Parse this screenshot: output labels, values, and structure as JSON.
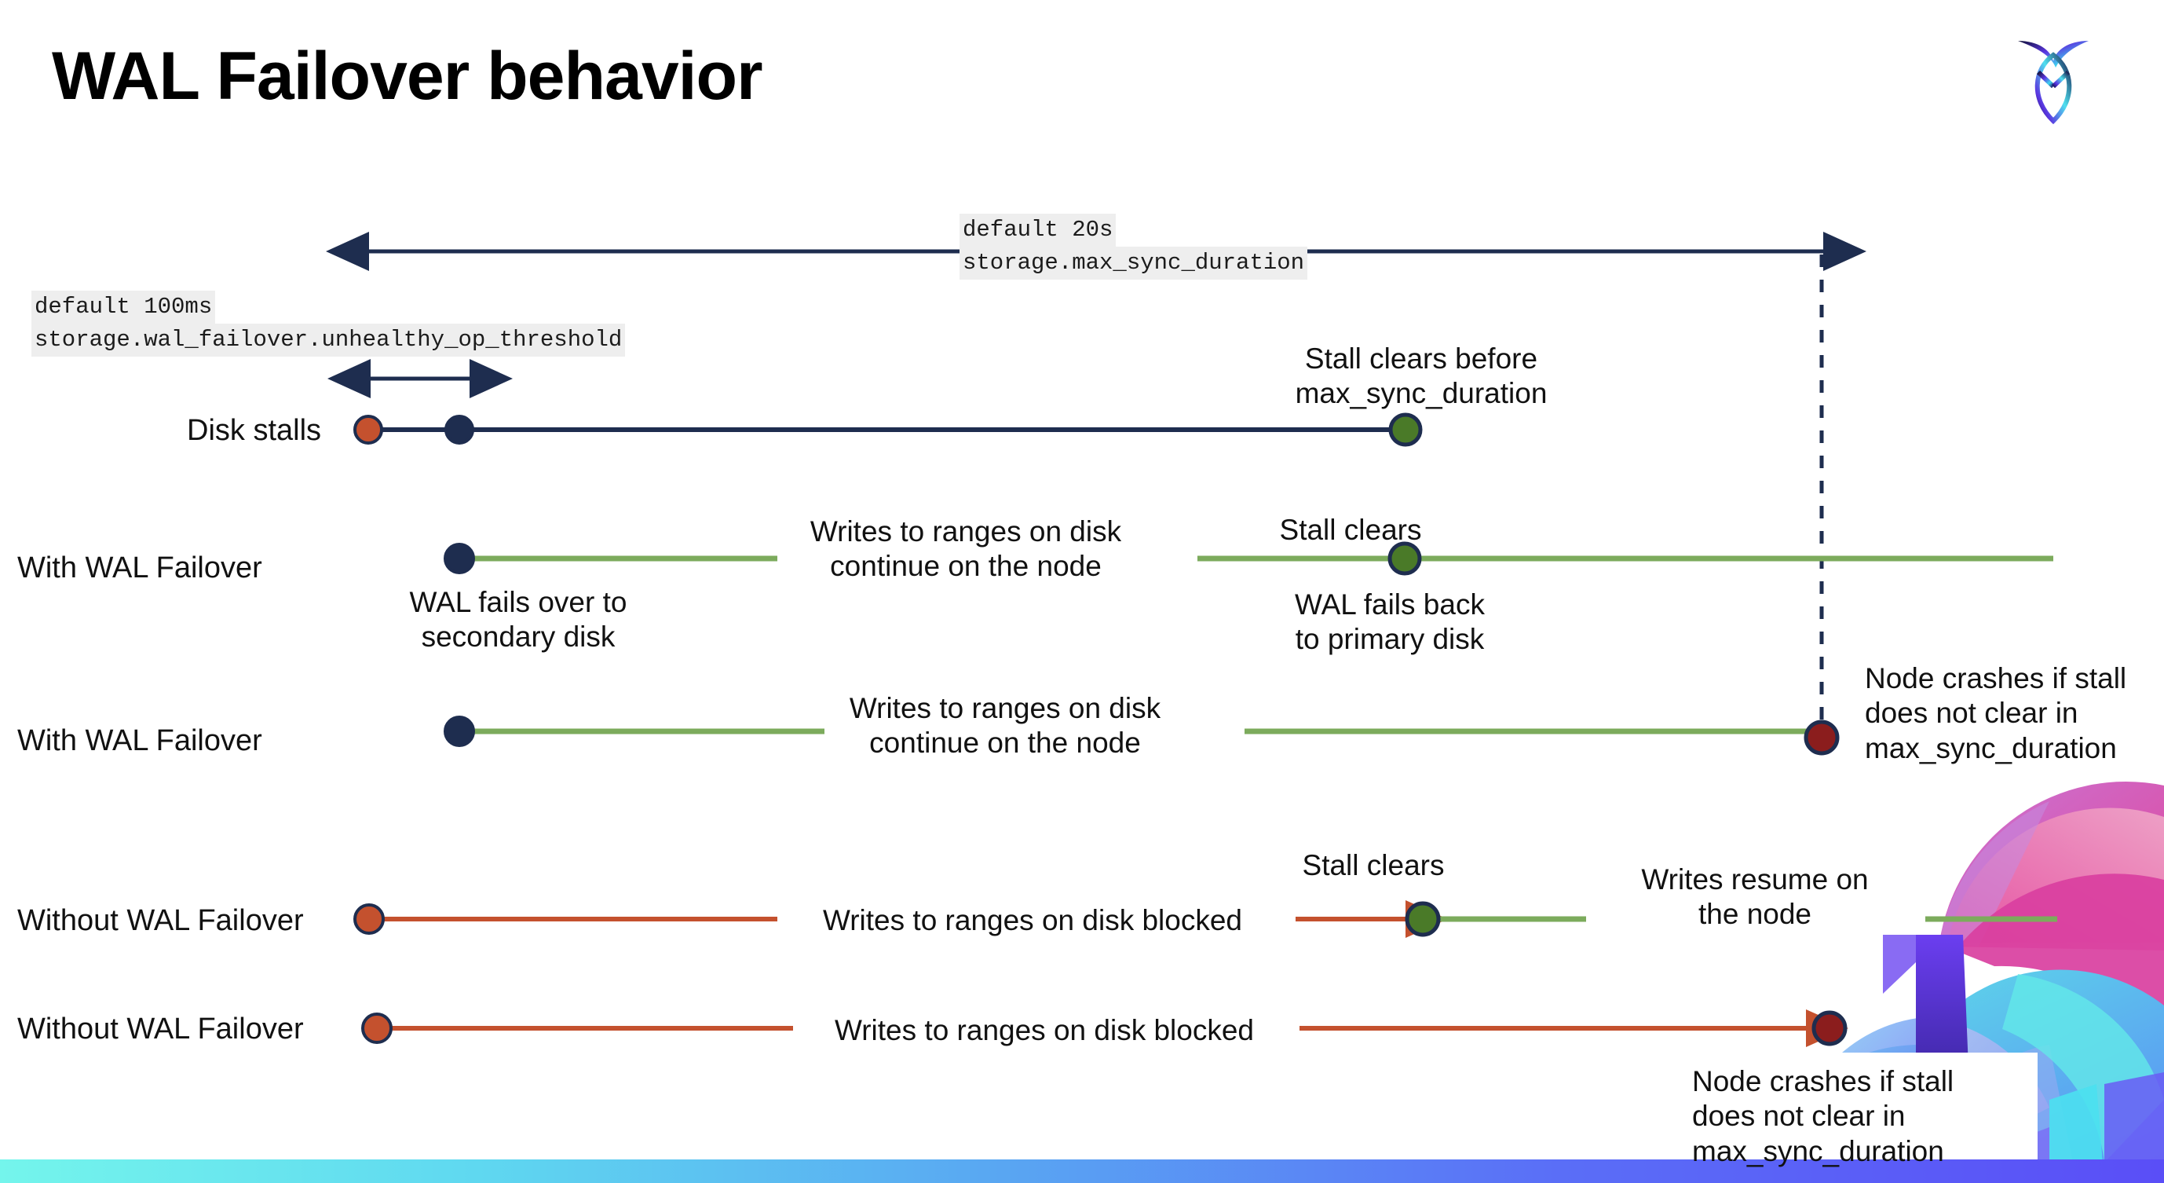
{
  "slide": {
    "title": "WAL Failover behavior",
    "logo_name": "cockroachdb-logo"
  },
  "colors": {
    "navy": "#1e2d4f",
    "green_line": "#7cab5c",
    "green_dot": "#4a7a28",
    "orange": "#c4512e",
    "dark_red": "#8b1d1d",
    "chip_bg": "#eeeeee",
    "bar_start": "#74f5ec",
    "bar_end": "#5a4ef7"
  },
  "settings": {
    "unhealthy_op_threshold": {
      "default_label": "default 100ms",
      "name": "storage.wal_failover.unhealthy_op_threshold"
    },
    "max_sync_duration": {
      "default_label": "default 20s",
      "name": "storage.max_sync_duration"
    }
  },
  "rows": [
    {
      "id": "disk-stalls",
      "label": "Disk stalls",
      "annotations": [
        "Stall clears before\nmax_sync_duration"
      ]
    },
    {
      "id": "with-wal-failover-1",
      "label": "With WAL Failover",
      "annotations": [
        "Writes to ranges on disk\ncontinue on the node",
        "Stall clears",
        "WAL fails over to\nsecondary disk",
        "WAL fails  back\nto primary disk"
      ]
    },
    {
      "id": "with-wal-failover-2",
      "label": "With WAL Failover",
      "annotations": [
        "Writes to ranges on disk\ncontinue on the node",
        "Node crashes if stall\ndoes not clear in\nmax_sync_duration"
      ]
    },
    {
      "id": "without-wal-failover-1",
      "label": "Without WAL Failover",
      "annotations": [
        "Stall clears",
        "Writes to ranges on disk  blocked",
        "Writes resume on\nthe node"
      ]
    },
    {
      "id": "without-wal-failover-2",
      "label": "Without WAL Failover",
      "annotations": [
        "Writes to ranges on disk  blocked",
        "Node crashes if stall\ndoes not clear in\nmax_sync_duration"
      ]
    }
  ],
  "annotations": {
    "stall_clears_before_max_sync": "Stall clears before\nmax_sync_duration",
    "writes_continue_1": "Writes to ranges on disk\ncontinue on the node",
    "writes_continue_2": "Writes to ranges on disk\ncontinue on the node",
    "stall_clears_1": "Stall clears",
    "stall_clears_2": "Stall clears",
    "wal_fails_over": "WAL fails over to\nsecondary disk",
    "wal_fails_back": "WAL fails  back\nto primary disk",
    "node_crash_1": "Node crashes if stall\ndoes not clear in\nmax_sync_duration",
    "node_crash_2": "Node crashes if stall\ndoes not clear in\nmax_sync_duration",
    "writes_blocked_1": "Writes to ranges on disk  blocked",
    "writes_blocked_2": "Writes to ranges on disk  blocked",
    "writes_resume": "Writes resume on\nthe node"
  },
  "markers": {
    "stall-start-dot": "orange-dot",
    "failover-dot": "navy-dot",
    "stall-clear-dot": "green-dot",
    "node-crash-dot": "dark-red-dot"
  }
}
